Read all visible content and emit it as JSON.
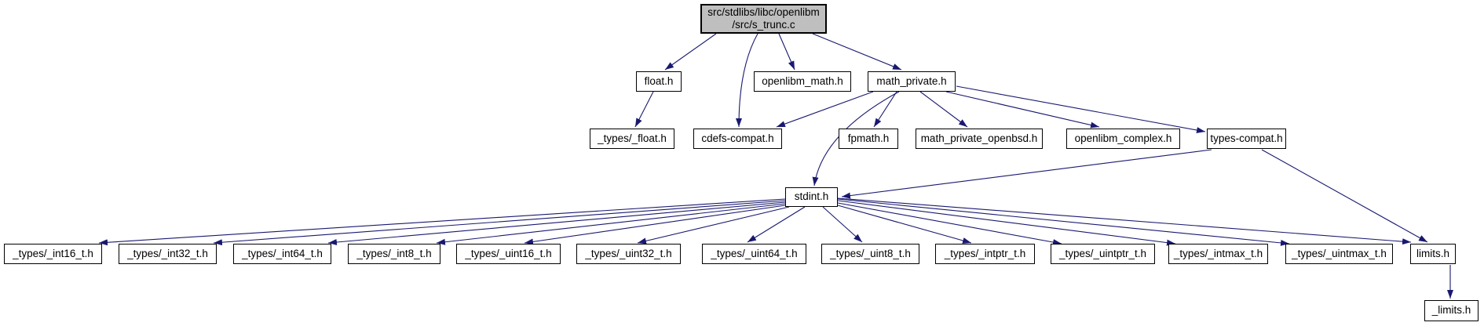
{
  "diagram": {
    "type": "include-dependency-graph",
    "edge_color": "#191970",
    "node_border_color": "#000000",
    "node_fill_color": "#ffffff",
    "root_fill_color": "#bfbfbf"
  },
  "nodes": [
    {
      "id": "root",
      "label": "src/stdlibs/libc/openlibm\n/src/s_trunc.c"
    },
    {
      "id": "float_h",
      "label": "float.h"
    },
    {
      "id": "openlibm_math_h",
      "label": "openlibm_math.h"
    },
    {
      "id": "math_private_h",
      "label": "math_private.h"
    },
    {
      "id": "types_float_h",
      "label": "_types/_float.h"
    },
    {
      "id": "cdefs_compat_h",
      "label": "cdefs-compat.h"
    },
    {
      "id": "fpmath_h",
      "label": "fpmath.h"
    },
    {
      "id": "math_private_openbsd_h",
      "label": "math_private_openbsd.h"
    },
    {
      "id": "openlibm_complex_h",
      "label": "openlibm_complex.h"
    },
    {
      "id": "types_compat_h",
      "label": "types-compat.h"
    },
    {
      "id": "stdint_h",
      "label": "stdint.h"
    },
    {
      "id": "types_int16_t_h",
      "label": "_types/_int16_t.h"
    },
    {
      "id": "types_int32_t_h",
      "label": "_types/_int32_t.h"
    },
    {
      "id": "types_int64_t_h",
      "label": "_types/_int64_t.h"
    },
    {
      "id": "types_int8_t_h",
      "label": "_types/_int8_t.h"
    },
    {
      "id": "types_uint16_t_h",
      "label": "_types/_uint16_t.h"
    },
    {
      "id": "types_uint32_t_h",
      "label": "_types/_uint32_t.h"
    },
    {
      "id": "types_uint64_t_h",
      "label": "_types/_uint64_t.h"
    },
    {
      "id": "types_uint8_t_h",
      "label": "_types/_uint8_t.h"
    },
    {
      "id": "types_intptr_t_h",
      "label": "_types/_intptr_t.h"
    },
    {
      "id": "types_uintptr_t_h",
      "label": "_types/_uintptr_t.h"
    },
    {
      "id": "types_intmax_t_h",
      "label": "_types/_intmax_t.h"
    },
    {
      "id": "types_uintmax_t_h",
      "label": "_types/_uintmax_t.h"
    },
    {
      "id": "limits_h",
      "label": "limits.h"
    },
    {
      "id": "_limits_h",
      "label": "_limits.h"
    }
  ],
  "edges": [
    "root->float.h",
    "root->cdefs-compat.h",
    "root->openlibm_math.h",
    "root->math_private.h",
    "float.h->_types/_float.h",
    "math_private.h->cdefs-compat.h",
    "math_private.h->stdint.h",
    "math_private.h->fpmath.h",
    "math_private.h->math_private_openbsd.h",
    "math_private.h->openlibm_complex.h",
    "math_private.h->types-compat.h",
    "types-compat.h->stdint.h",
    "types-compat.h->limits.h",
    "stdint.h->_types/_int16_t.h",
    "stdint.h->_types/_int32_t.h",
    "stdint.h->_types/_int64_t.h",
    "stdint.h->_types/_int8_t.h",
    "stdint.h->_types/_uint16_t.h",
    "stdint.h->_types/_uint32_t.h",
    "stdint.h->_types/_uint64_t.h",
    "stdint.h->_types/_uint8_t.h",
    "stdint.h->_types/_intptr_t.h",
    "stdint.h->_types/_uintptr_t.h",
    "stdint.h->_types/_intmax_t.h",
    "stdint.h->_types/_uintmax_t.h",
    "stdint.h->limits.h",
    "limits.h->_limits.h"
  ]
}
